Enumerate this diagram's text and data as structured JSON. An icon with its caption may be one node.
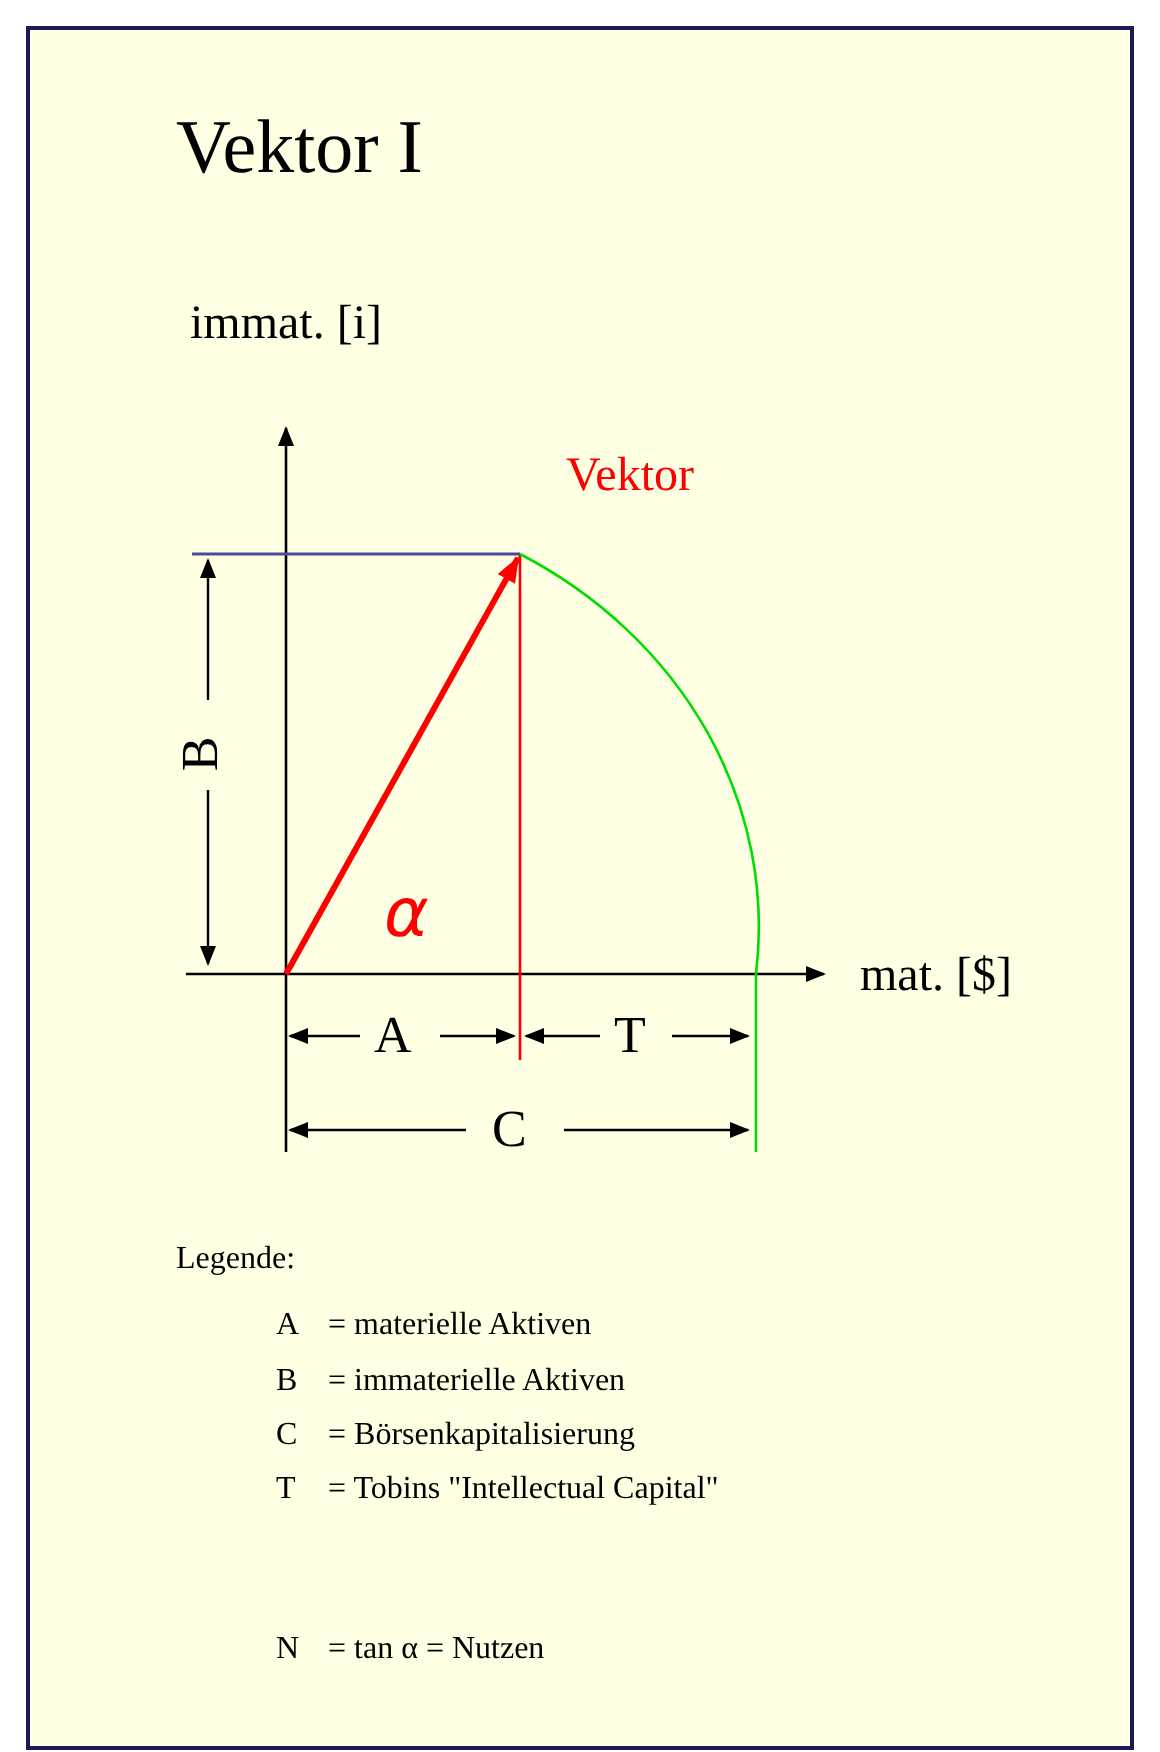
{
  "diagram": {
    "title": "Vektor I",
    "labels": [
      "immat. [i]",
      "Vektor",
      "B",
      "α",
      "mat. [$]",
      "A",
      "T",
      "C",
      "Legende:",
      "A",
      "= materielle Aktiven",
      "B",
      "= immaterielle Aktiven",
      "C",
      "= Börsenkapitalisierung",
      "T",
      "= Tobins \"Intellectual Capital\"",
      "N",
      "= tan α = Nutzen"
    ]
  }
}
